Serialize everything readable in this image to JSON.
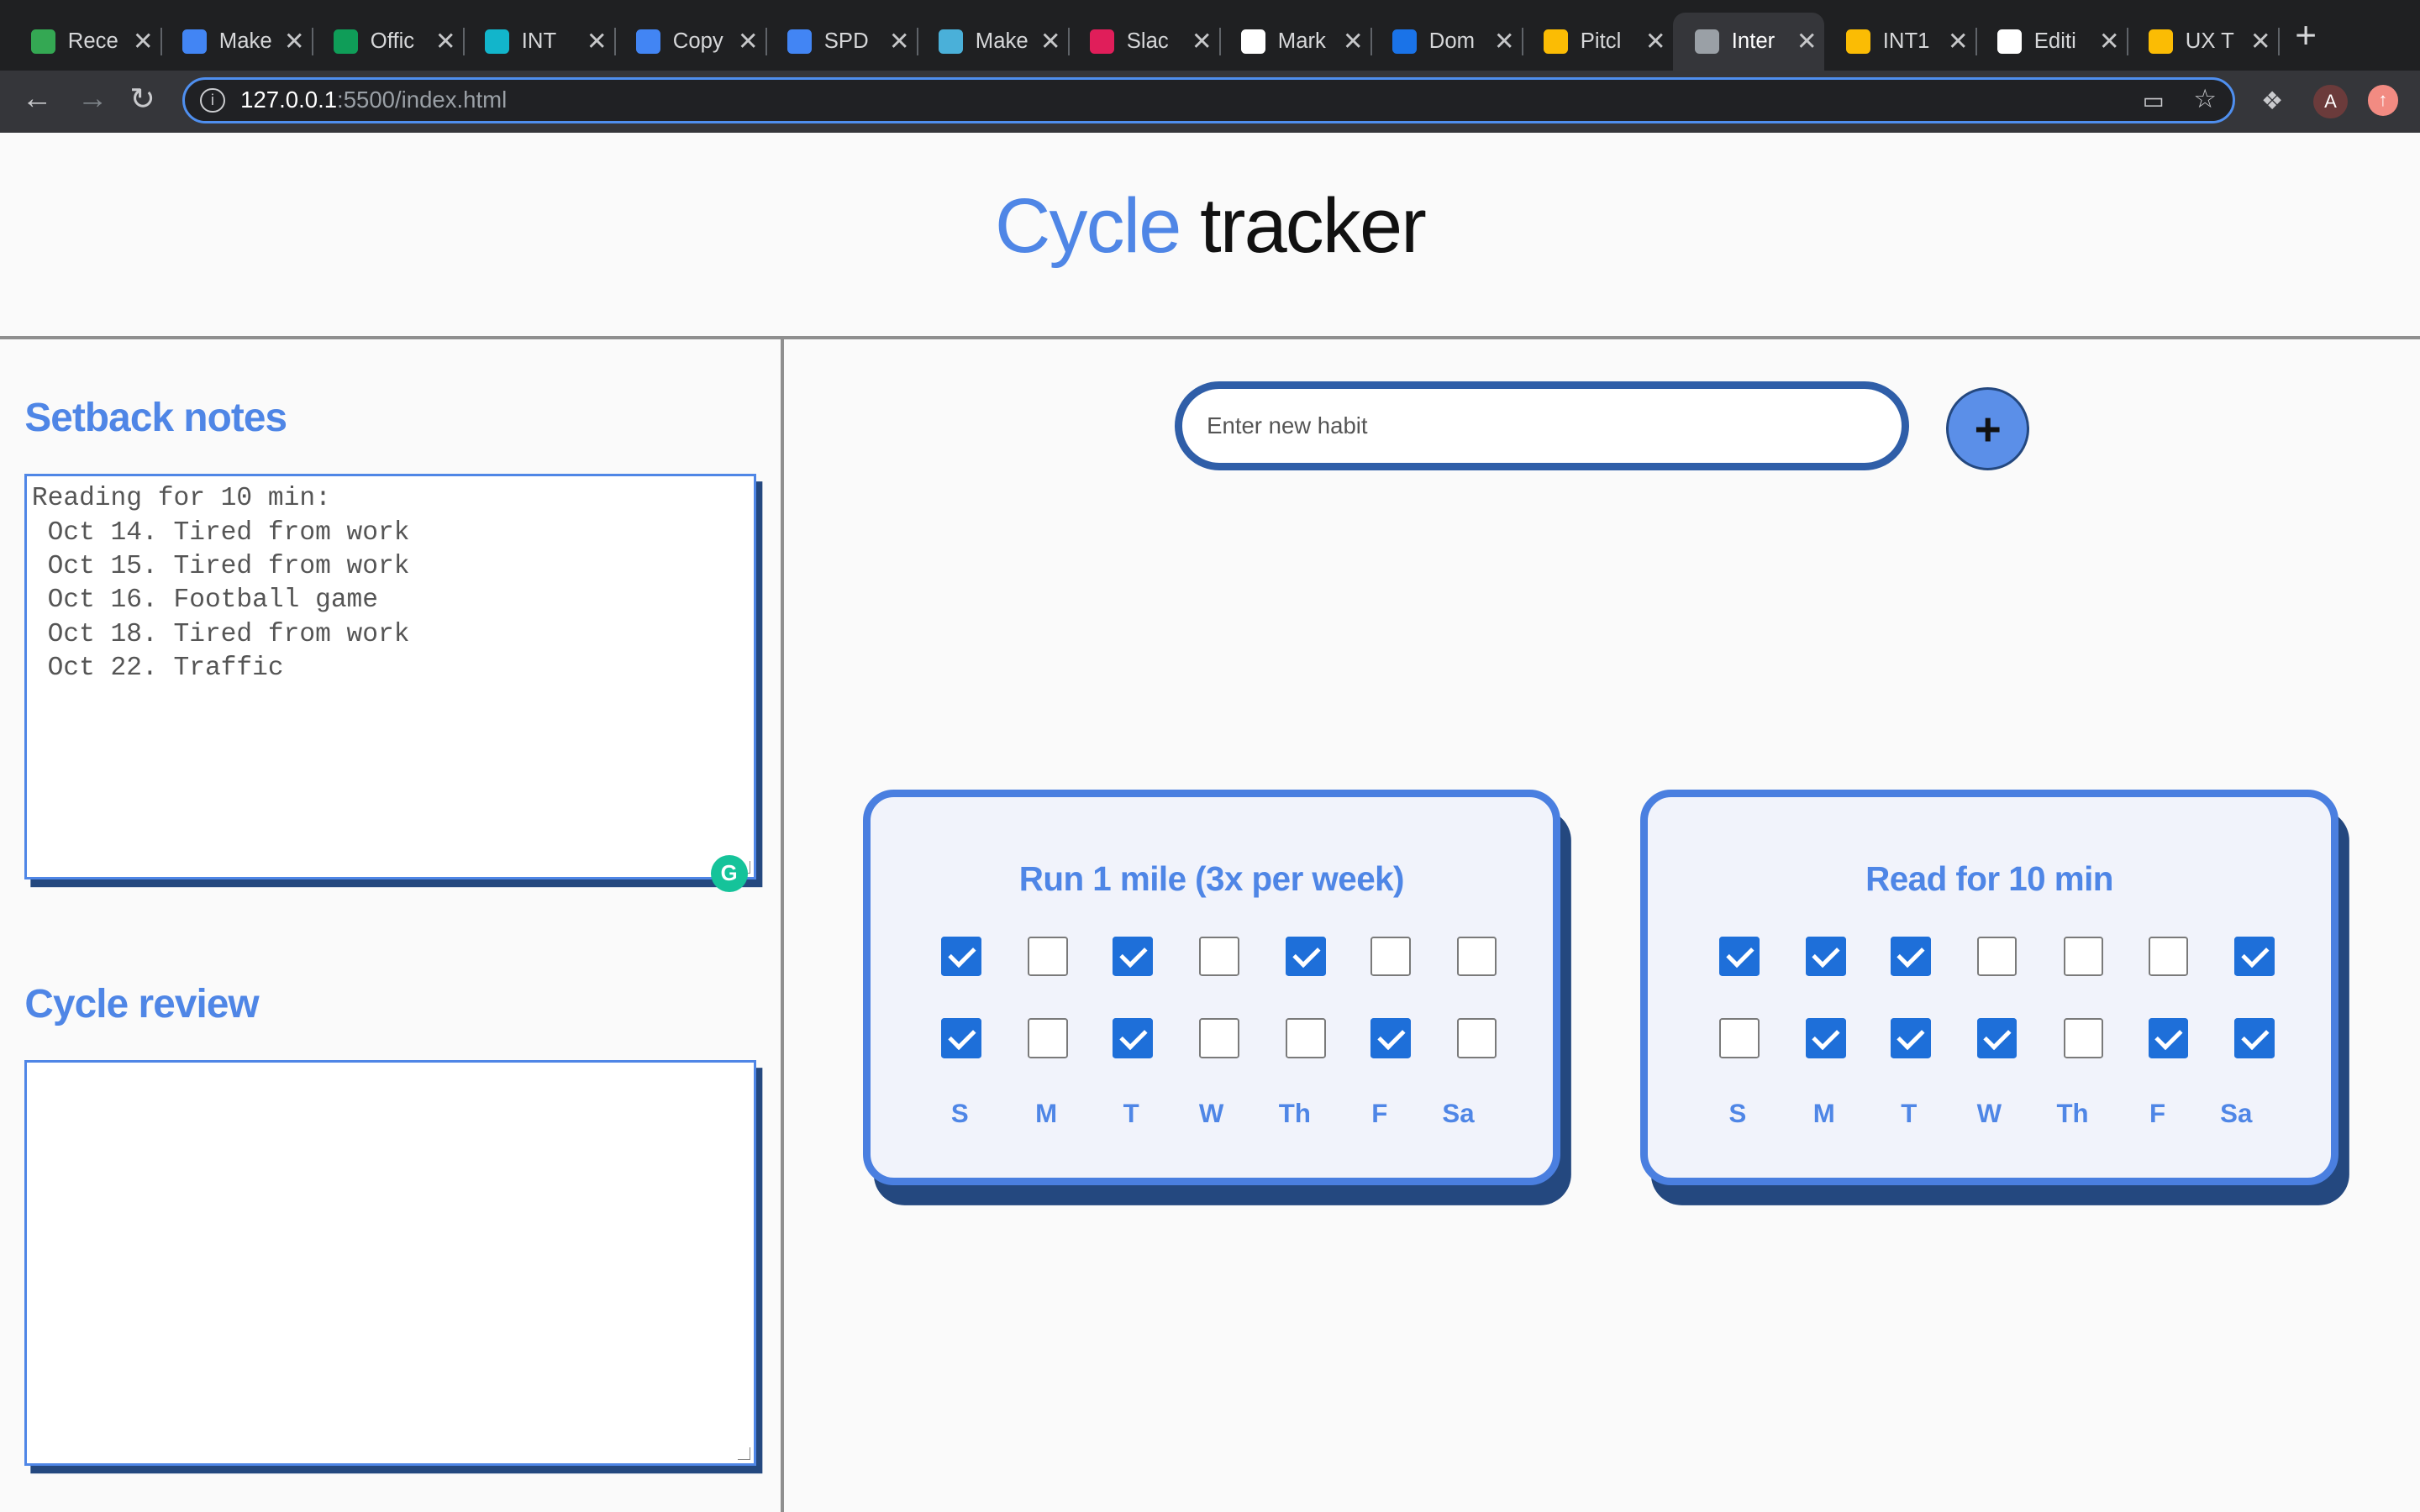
{
  "browser": {
    "tabs": [
      {
        "label": "Rece",
        "icon": "drive-icon",
        "color": "#34a853"
      },
      {
        "label": "Make",
        "icon": "calendar-icon",
        "color": "#4285f4"
      },
      {
        "label": "Offic",
        "icon": "sheets-icon",
        "color": "#0f9d58"
      },
      {
        "label": "INT",
        "icon": "analytics-icon",
        "color": "#12b5cb"
      },
      {
        "label": "Copy",
        "icon": "docs-icon",
        "color": "#4285f4"
      },
      {
        "label": "SPD",
        "icon": "docs-icon",
        "color": "#4285f4"
      },
      {
        "label": "Make",
        "icon": "heart-icon",
        "color": "#4ab0d9"
      },
      {
        "label": "Slac",
        "icon": "slack-icon",
        "color": "#e01e5a"
      },
      {
        "label": "Mark",
        "icon": "github-icon",
        "color": "#ffffff"
      },
      {
        "label": "Dom",
        "icon": "circle-icon",
        "color": "#1a73e8"
      },
      {
        "label": "Pitcl",
        "icon": "slides-icon",
        "color": "#fbbc04"
      },
      {
        "label": "Inter",
        "icon": "globe-icon",
        "color": "#9aa0a6"
      },
      {
        "label": "INT1",
        "icon": "slides-icon",
        "color": "#fbbc04"
      },
      {
        "label": "Editi",
        "icon": "github-icon",
        "color": "#ffffff"
      },
      {
        "label": "UX T",
        "icon": "slides-icon",
        "color": "#fbbc04"
      }
    ],
    "active_tab_index": 11,
    "url_host": "127.0.0.1",
    "url_rest": ":5500/index.html",
    "profile_initial": "A"
  },
  "header": {
    "title_accent": "Cycle",
    "title_rest": "tracker"
  },
  "sidebar": {
    "setback_title": "Setback notes",
    "setback_notes": "Reading for 10 min:\n Oct 14. Tired from work\n Oct 15. Tired from work\n Oct 16. Football game\n Oct 18. Tired from work\n Oct 22. Traffic",
    "review_title": "Cycle review",
    "review_text": ""
  },
  "habit_form": {
    "placeholder": "Enter new habit",
    "add_label": "+"
  },
  "days": [
    "S",
    "M",
    "T",
    "W",
    "Th",
    "F",
    "Sa"
  ],
  "habits": [
    {
      "title": "Run 1 mile (3x per week)",
      "week1": [
        true,
        false,
        true,
        false,
        true,
        false,
        false
      ],
      "week2": [
        true,
        false,
        true,
        false,
        false,
        true,
        false
      ]
    },
    {
      "title": "Read for 10 min",
      "week1": [
        true,
        true,
        true,
        false,
        false,
        false,
        true
      ],
      "week2": [
        false,
        true,
        true,
        true,
        false,
        true,
        true
      ]
    }
  ],
  "colors": {
    "accent": "#4f86e6",
    "shadow": "#24487f",
    "checked": "#1e6fd9"
  }
}
